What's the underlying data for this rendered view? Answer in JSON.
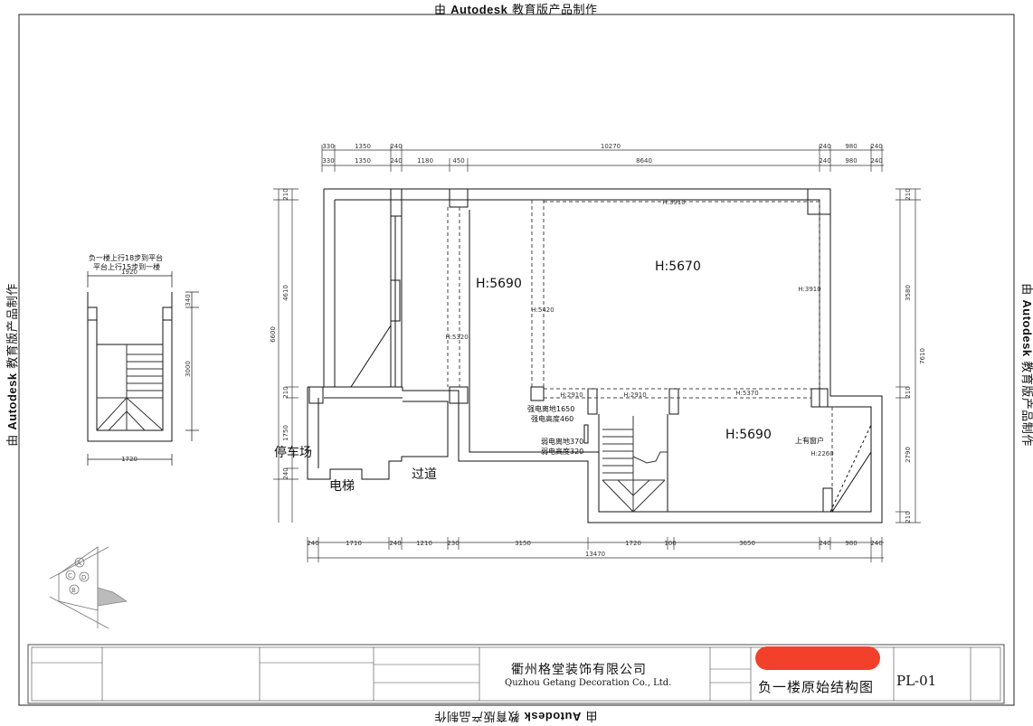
{
  "watermark": {
    "prefix": "由 ",
    "brand": "Autodesk",
    "suffix": " 教育版产品制作"
  },
  "plan": {
    "room_heights": [
      "H:5690",
      "H:5670",
      "H:5690"
    ],
    "small_heights": [
      "H:3910",
      "H:3910",
      "H:5420",
      "H:5320",
      "H:2910",
      "H:2910",
      "H:5370",
      "H:2260"
    ],
    "labels": {
      "parking": "停车场",
      "elevator": "电梯",
      "corridor": "过道",
      "window_above": "上有窗户",
      "strong_elec": [
        "强电离地1650",
        "强电高度460"
      ],
      "weak_elec": [
        "弱电离地370",
        "弱电高度320"
      ]
    },
    "dims_top_outer": [
      "330",
      "1350",
      "240",
      "10270",
      "240",
      "980",
      "240"
    ],
    "dims_top_inner": [
      "330",
      "1350",
      "240",
      "1180",
      "450",
      "8640",
      "240",
      "980",
      "240"
    ],
    "dims_bottom_inner": [
      "240",
      "1710",
      "240",
      "1210",
      "230",
      "3150",
      "1720",
      "100",
      "3650",
      "240",
      "980",
      "240"
    ],
    "dims_bottom_total": "13470",
    "dims_left": [
      "210",
      "4610",
      "6600",
      "210",
      "1750",
      "240"
    ],
    "dims_right": [
      "210",
      "3580",
      "7610",
      "210",
      "2790",
      "210"
    ]
  },
  "stair_detail": {
    "note_line1": "负一楼上行18步到平台",
    "note_line2": "平台上行15步到一楼",
    "width_top": "1920",
    "width_bottom": "1720",
    "side_small": "340",
    "side_height": "3000"
  },
  "title_block": {
    "company_cn": "衢州格堂装饰有限公司",
    "company_en": "Quzhou Getang Decoration Co., Ltd.",
    "sheet_title": "负一楼原始结构图",
    "sheet_code": "PL-01"
  }
}
